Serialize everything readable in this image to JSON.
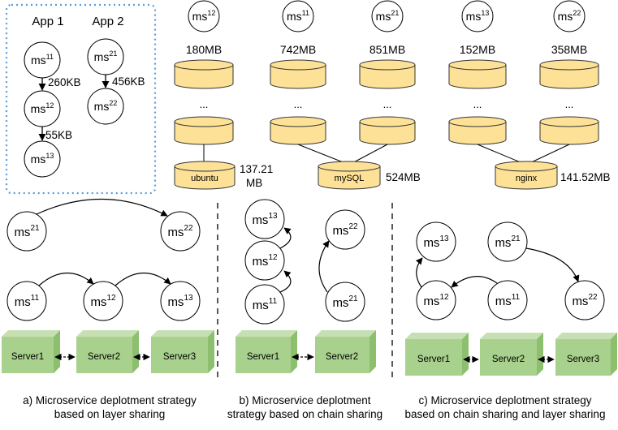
{
  "apps": {
    "app1": {
      "label": "App 1",
      "nodes": [
        {
          "base": "ms",
          "sup": "11"
        },
        {
          "base": "ms",
          "sup": "12"
        },
        {
          "base": "ms",
          "sup": "13"
        }
      ],
      "edges": [
        "260KB",
        "55KB"
      ]
    },
    "app2": {
      "label": "App 2",
      "nodes": [
        {
          "base": "ms",
          "sup": "21"
        },
        {
          "base": "ms",
          "sup": "22"
        }
      ],
      "edges": [
        "456KB"
      ]
    }
  },
  "images": [
    {
      "ms": {
        "base": "ms",
        "sup": "12"
      },
      "size": "180MB"
    },
    {
      "ms": {
        "base": "ms",
        "sup": "11"
      },
      "size": "742MB"
    },
    {
      "ms": {
        "base": "ms",
        "sup": "21"
      },
      "size": "851MB"
    },
    {
      "ms": {
        "base": "ms",
        "sup": "13"
      },
      "size": "152MB"
    },
    {
      "ms": {
        "base": "ms",
        "sup": "22"
      },
      "size": "358MB"
    }
  ],
  "ellipsis": "...",
  "base_layers": [
    {
      "name": "ubuntu",
      "size_line1": "137.21",
      "size_line2": "MB"
    },
    {
      "name": "mySQL",
      "size_line1": "524MB"
    },
    {
      "name": "nginx",
      "size_line1": "141.52MB"
    }
  ],
  "servers": {
    "s1": "Server1",
    "s2": "Server2",
    "s3": "Server3"
  },
  "captions": {
    "a": {
      "line1": "a) Microservice deplotment strategy",
      "line2": "based on layer sharing"
    },
    "b": {
      "line1": "b) Microservice deplotment",
      "line2": "strategy based on chain sharing"
    },
    "c": {
      "line1": "c) Microservice deplotment strategy",
      "line2": "based on chain sharing and layer sharing"
    }
  },
  "colors": {
    "layer_fill": "#fce196",
    "layer_stroke": "#333333",
    "server_front": "#a9d18e",
    "server_top": "#c6e0b4",
    "server_side": "#8cbf6e",
    "dotted_border": "#5b9bd5"
  }
}
